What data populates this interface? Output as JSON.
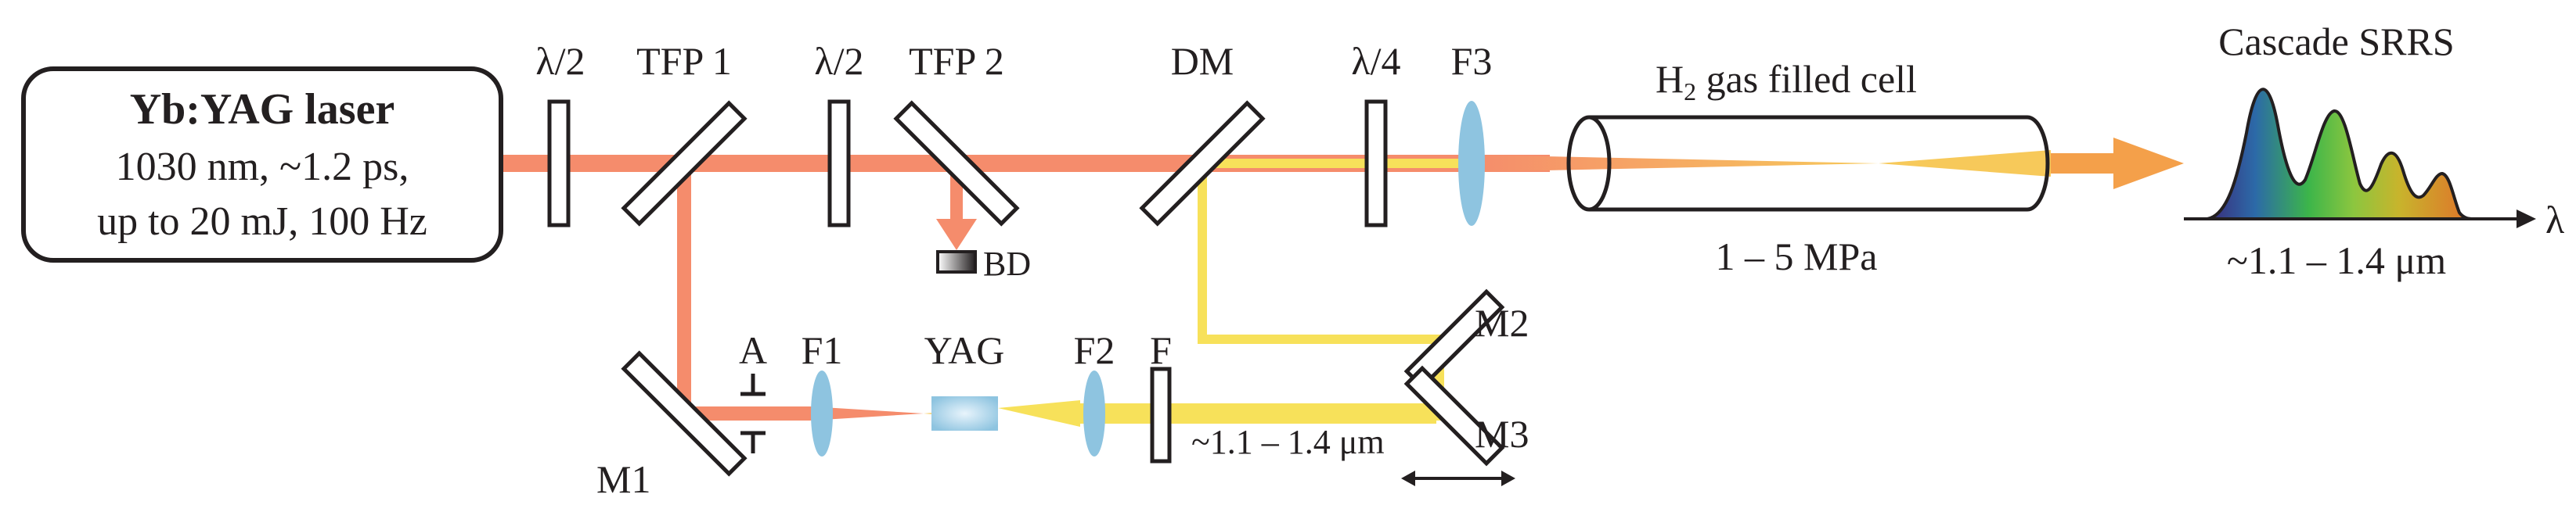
{
  "laser": {
    "title": "Yb:YAG laser",
    "line1": "1030 nm, ~1.2 ps,",
    "line2": "up to 20 mJ, 100 Hz"
  },
  "components": {
    "hwp1": "λ/2",
    "tfp1": "TFP 1",
    "hwp2": "λ/2",
    "tfp2": "TFP 2",
    "dm": "DM",
    "qwp": "λ/4",
    "f3": "F3",
    "bd": "BD",
    "a": "A",
    "f1": "F1",
    "yag": "YAG",
    "f2": "F2",
    "f": "F",
    "m1": "M1",
    "m2": "M2",
    "m3": "M3"
  },
  "cell": {
    "label_prefix": "H",
    "label_sub": "2",
    "label_suffix": " gas filled cell",
    "pressure": "1 – 5 MPa"
  },
  "branch_wavelength": "~1.1 – 1.4 μm",
  "output": {
    "title": "Cascade SRRS",
    "range": "~1.1 – 1.4 μm",
    "axis": "λ"
  },
  "colors": {
    "pump_beam": "#f58c6c",
    "raman_beam": "#f7e15a",
    "output_arrow": "#f4a04a",
    "lens": "#8ec4e0",
    "crystal": "#a9d3ee"
  }
}
